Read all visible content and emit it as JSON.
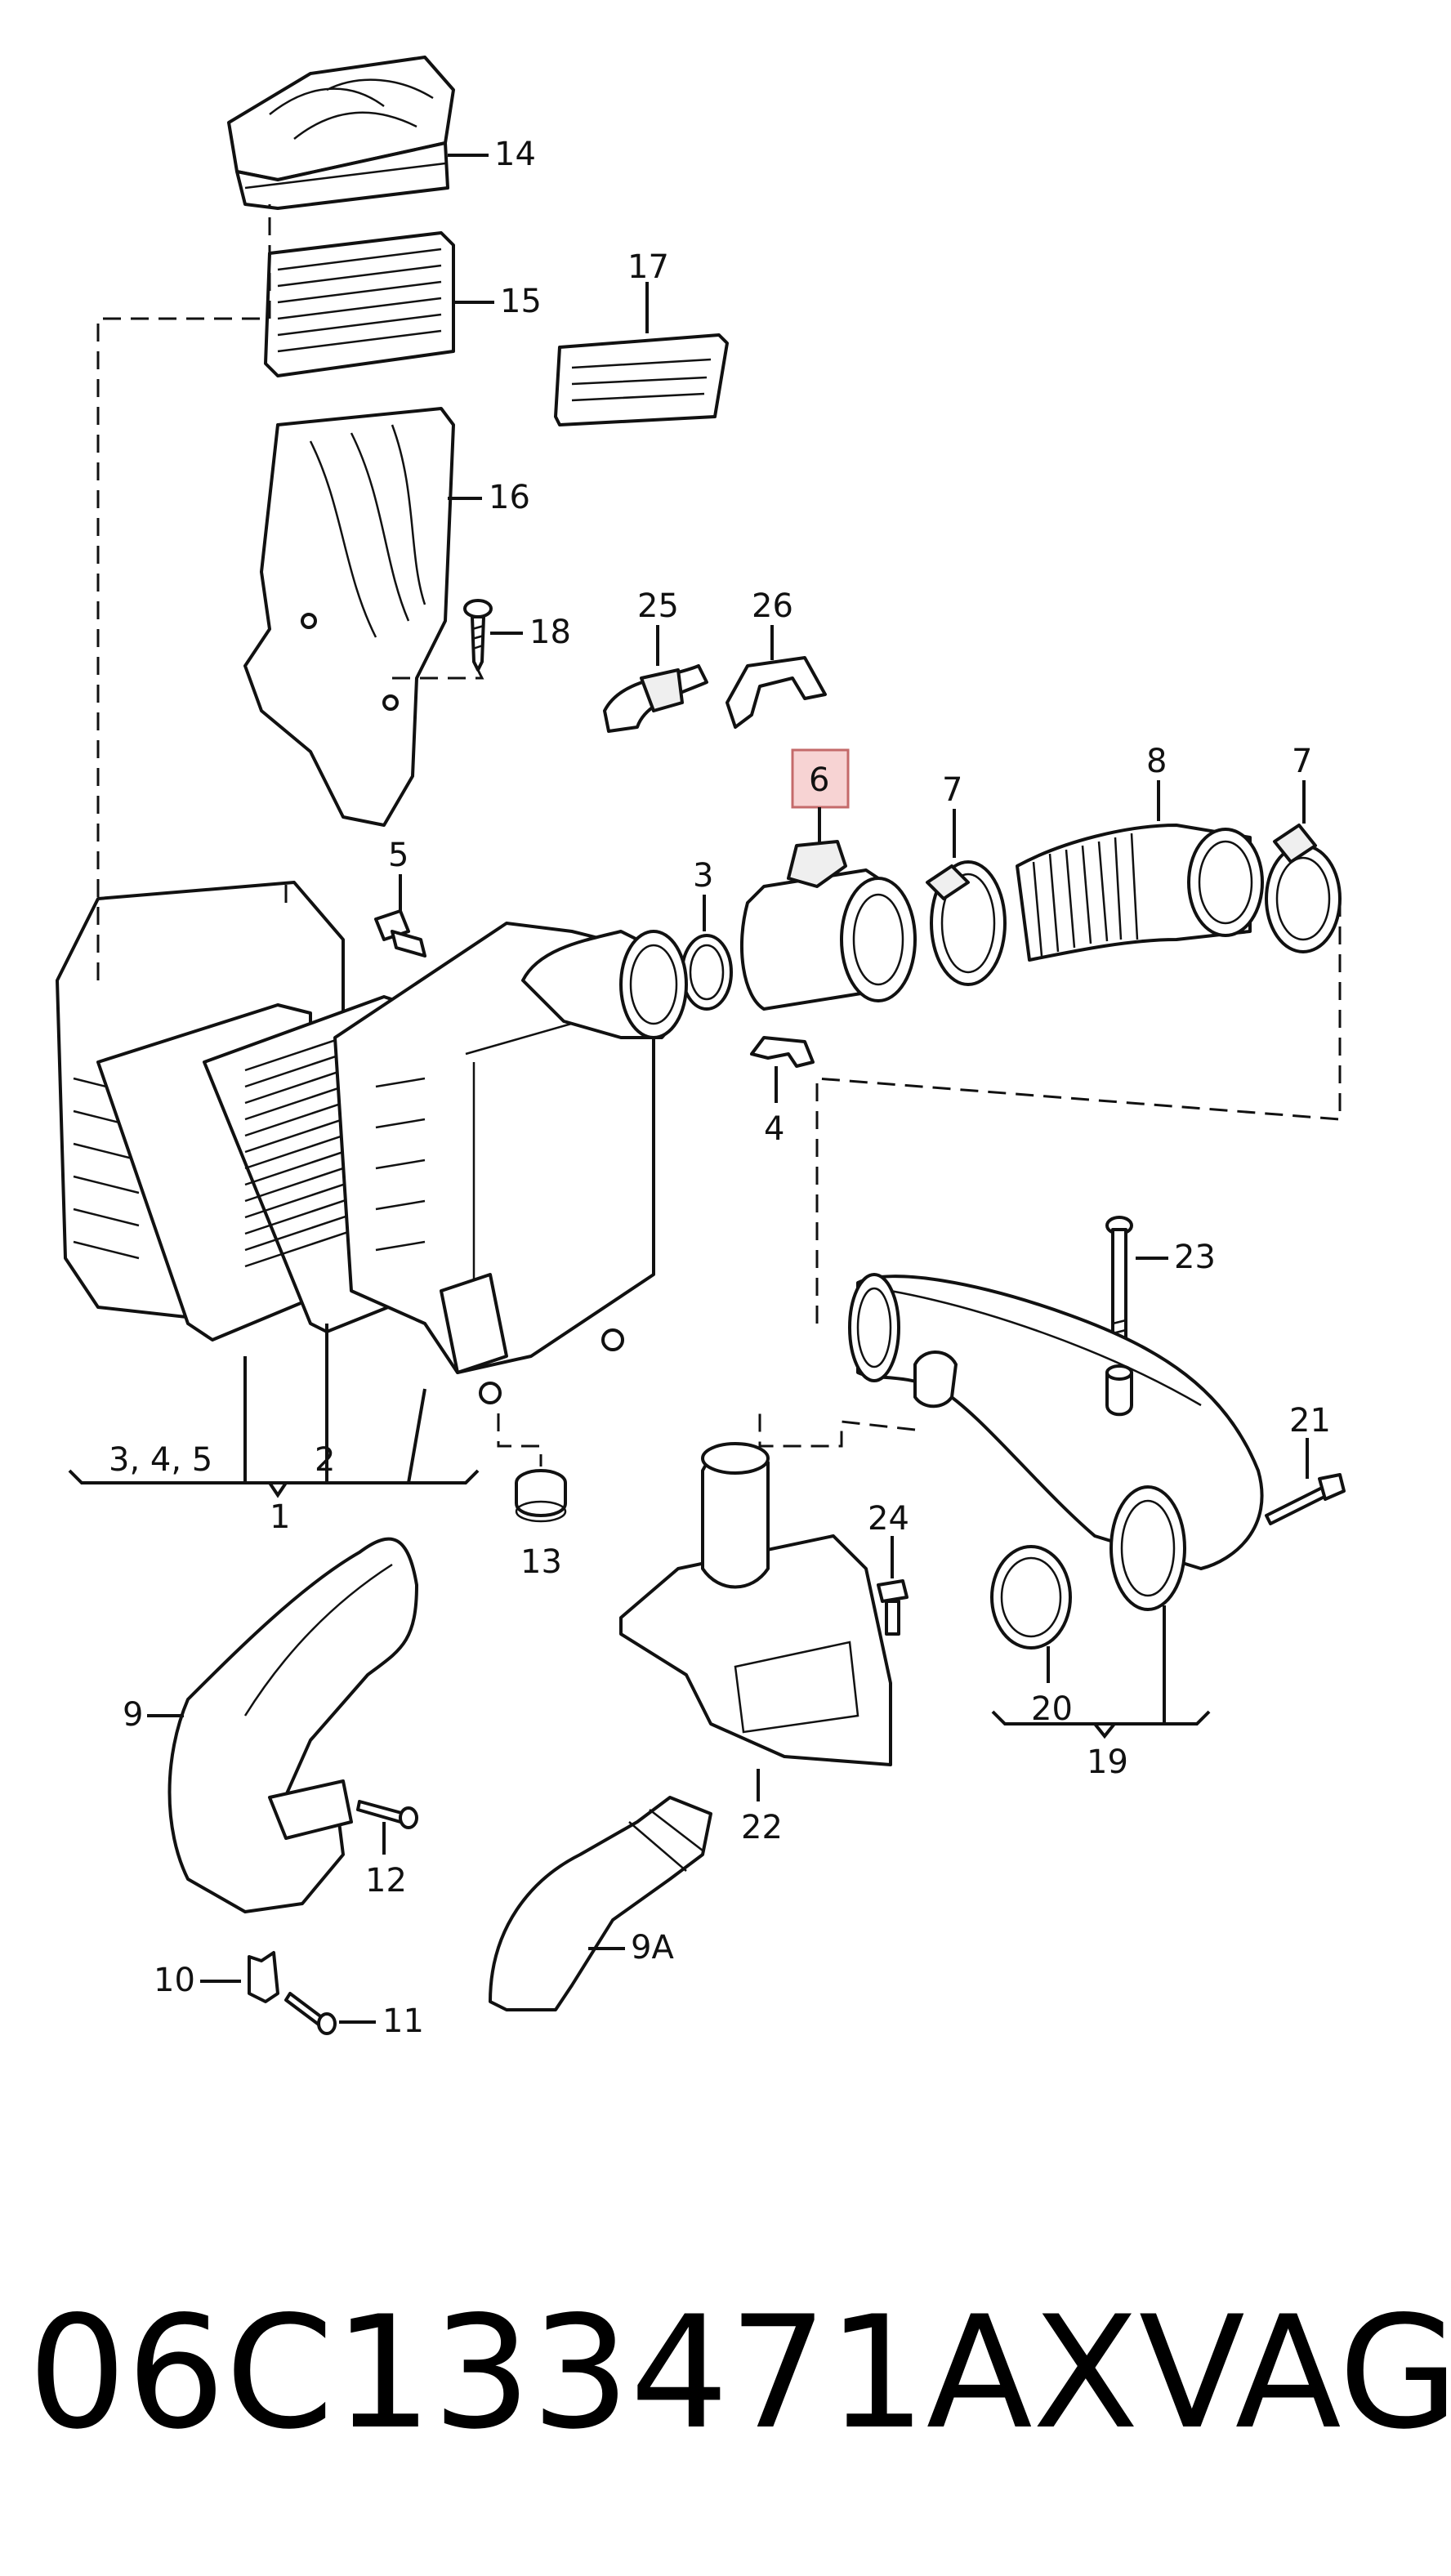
{
  "callouts": {
    "c1": "1",
    "c2": "2",
    "c3a": "3",
    "c345": "3, 4, 5",
    "c4": "4",
    "c5": "5",
    "c6": "6",
    "c7a": "7",
    "c7b": "7",
    "c8": "8",
    "c9": "9",
    "c9A": "9A",
    "c10": "10",
    "c11": "11",
    "c12": "12",
    "c13": "13",
    "c14": "14",
    "c15": "15",
    "c16": "16",
    "c17": "17",
    "c18": "18",
    "c19": "19",
    "c20": "20",
    "c21": "21",
    "c22": "22",
    "c23": "23",
    "c24": "24",
    "c25": "25",
    "c26": "26"
  },
  "highlight": {
    "callout": "6",
    "color": "#f7d3d3"
  },
  "caption": {
    "part_number": "06C133471AX",
    "brand": "VAG"
  }
}
